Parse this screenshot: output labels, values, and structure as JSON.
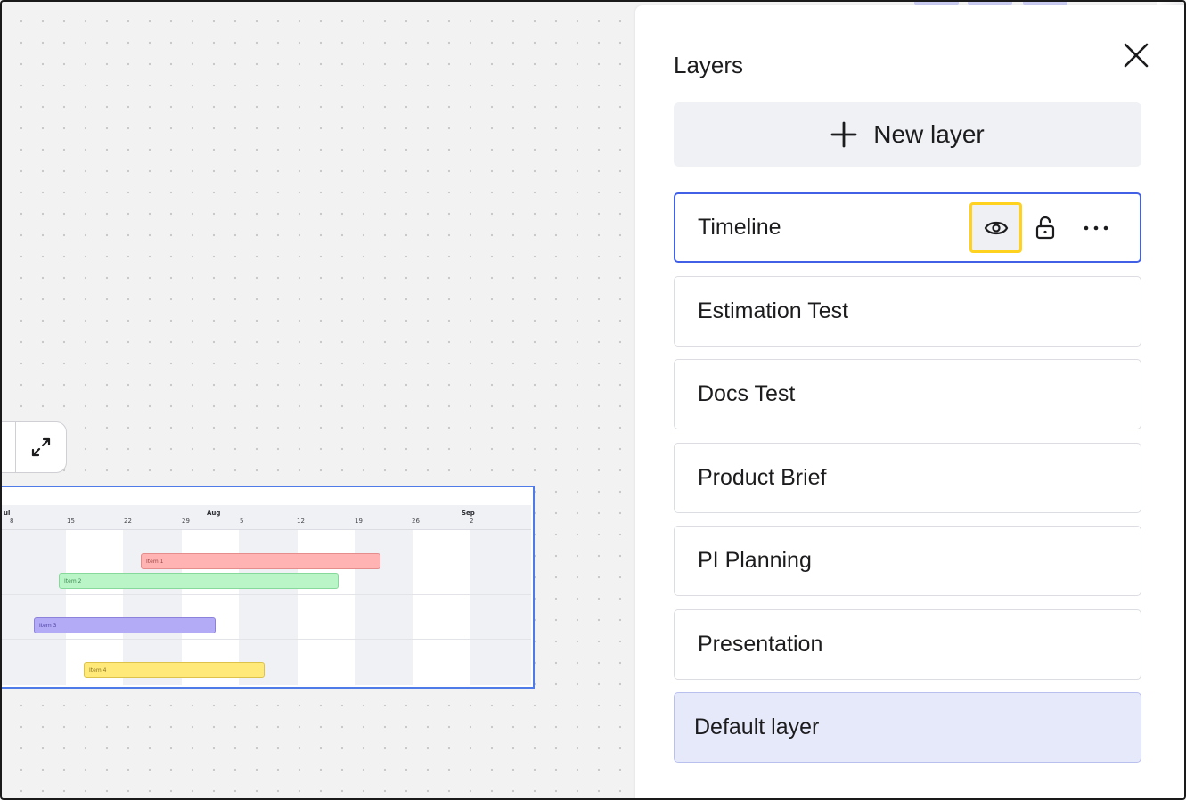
{
  "panel": {
    "title": "Layers",
    "close_icon": "close-icon",
    "new_layer_label": "New layer",
    "layers": [
      {
        "name": "Timeline",
        "state": "selected"
      },
      {
        "name": "Estimation Test"
      },
      {
        "name": "Docs Test"
      },
      {
        "name": "Product Brief"
      },
      {
        "name": "PI Planning"
      },
      {
        "name": "Presentation"
      },
      {
        "name": "Default layer",
        "state": "default"
      }
    ],
    "layer_actions": [
      "eye-icon",
      "lock-icon",
      "more-icon"
    ]
  },
  "canvas": {
    "expand_icon": "expand-icon",
    "timeline": {
      "months": [
        "ul",
        "Aug",
        "Sep"
      ],
      "days": [
        "8",
        "15",
        "22",
        "29",
        "5",
        "12",
        "19",
        "26",
        "2"
      ],
      "items": [
        {
          "label": "Item 1",
          "color": "#ffb3b3"
        },
        {
          "label": "Item 2",
          "color": "#baf5c8"
        },
        {
          "label": "Item 3",
          "color": "#b4abf7"
        },
        {
          "label": "Item 4",
          "color": "#ffe978"
        }
      ]
    }
  },
  "colors": {
    "accent": "#4260e6",
    "highlight": "#ffd21f",
    "default_layer_bg": "#e6e9fa"
  }
}
